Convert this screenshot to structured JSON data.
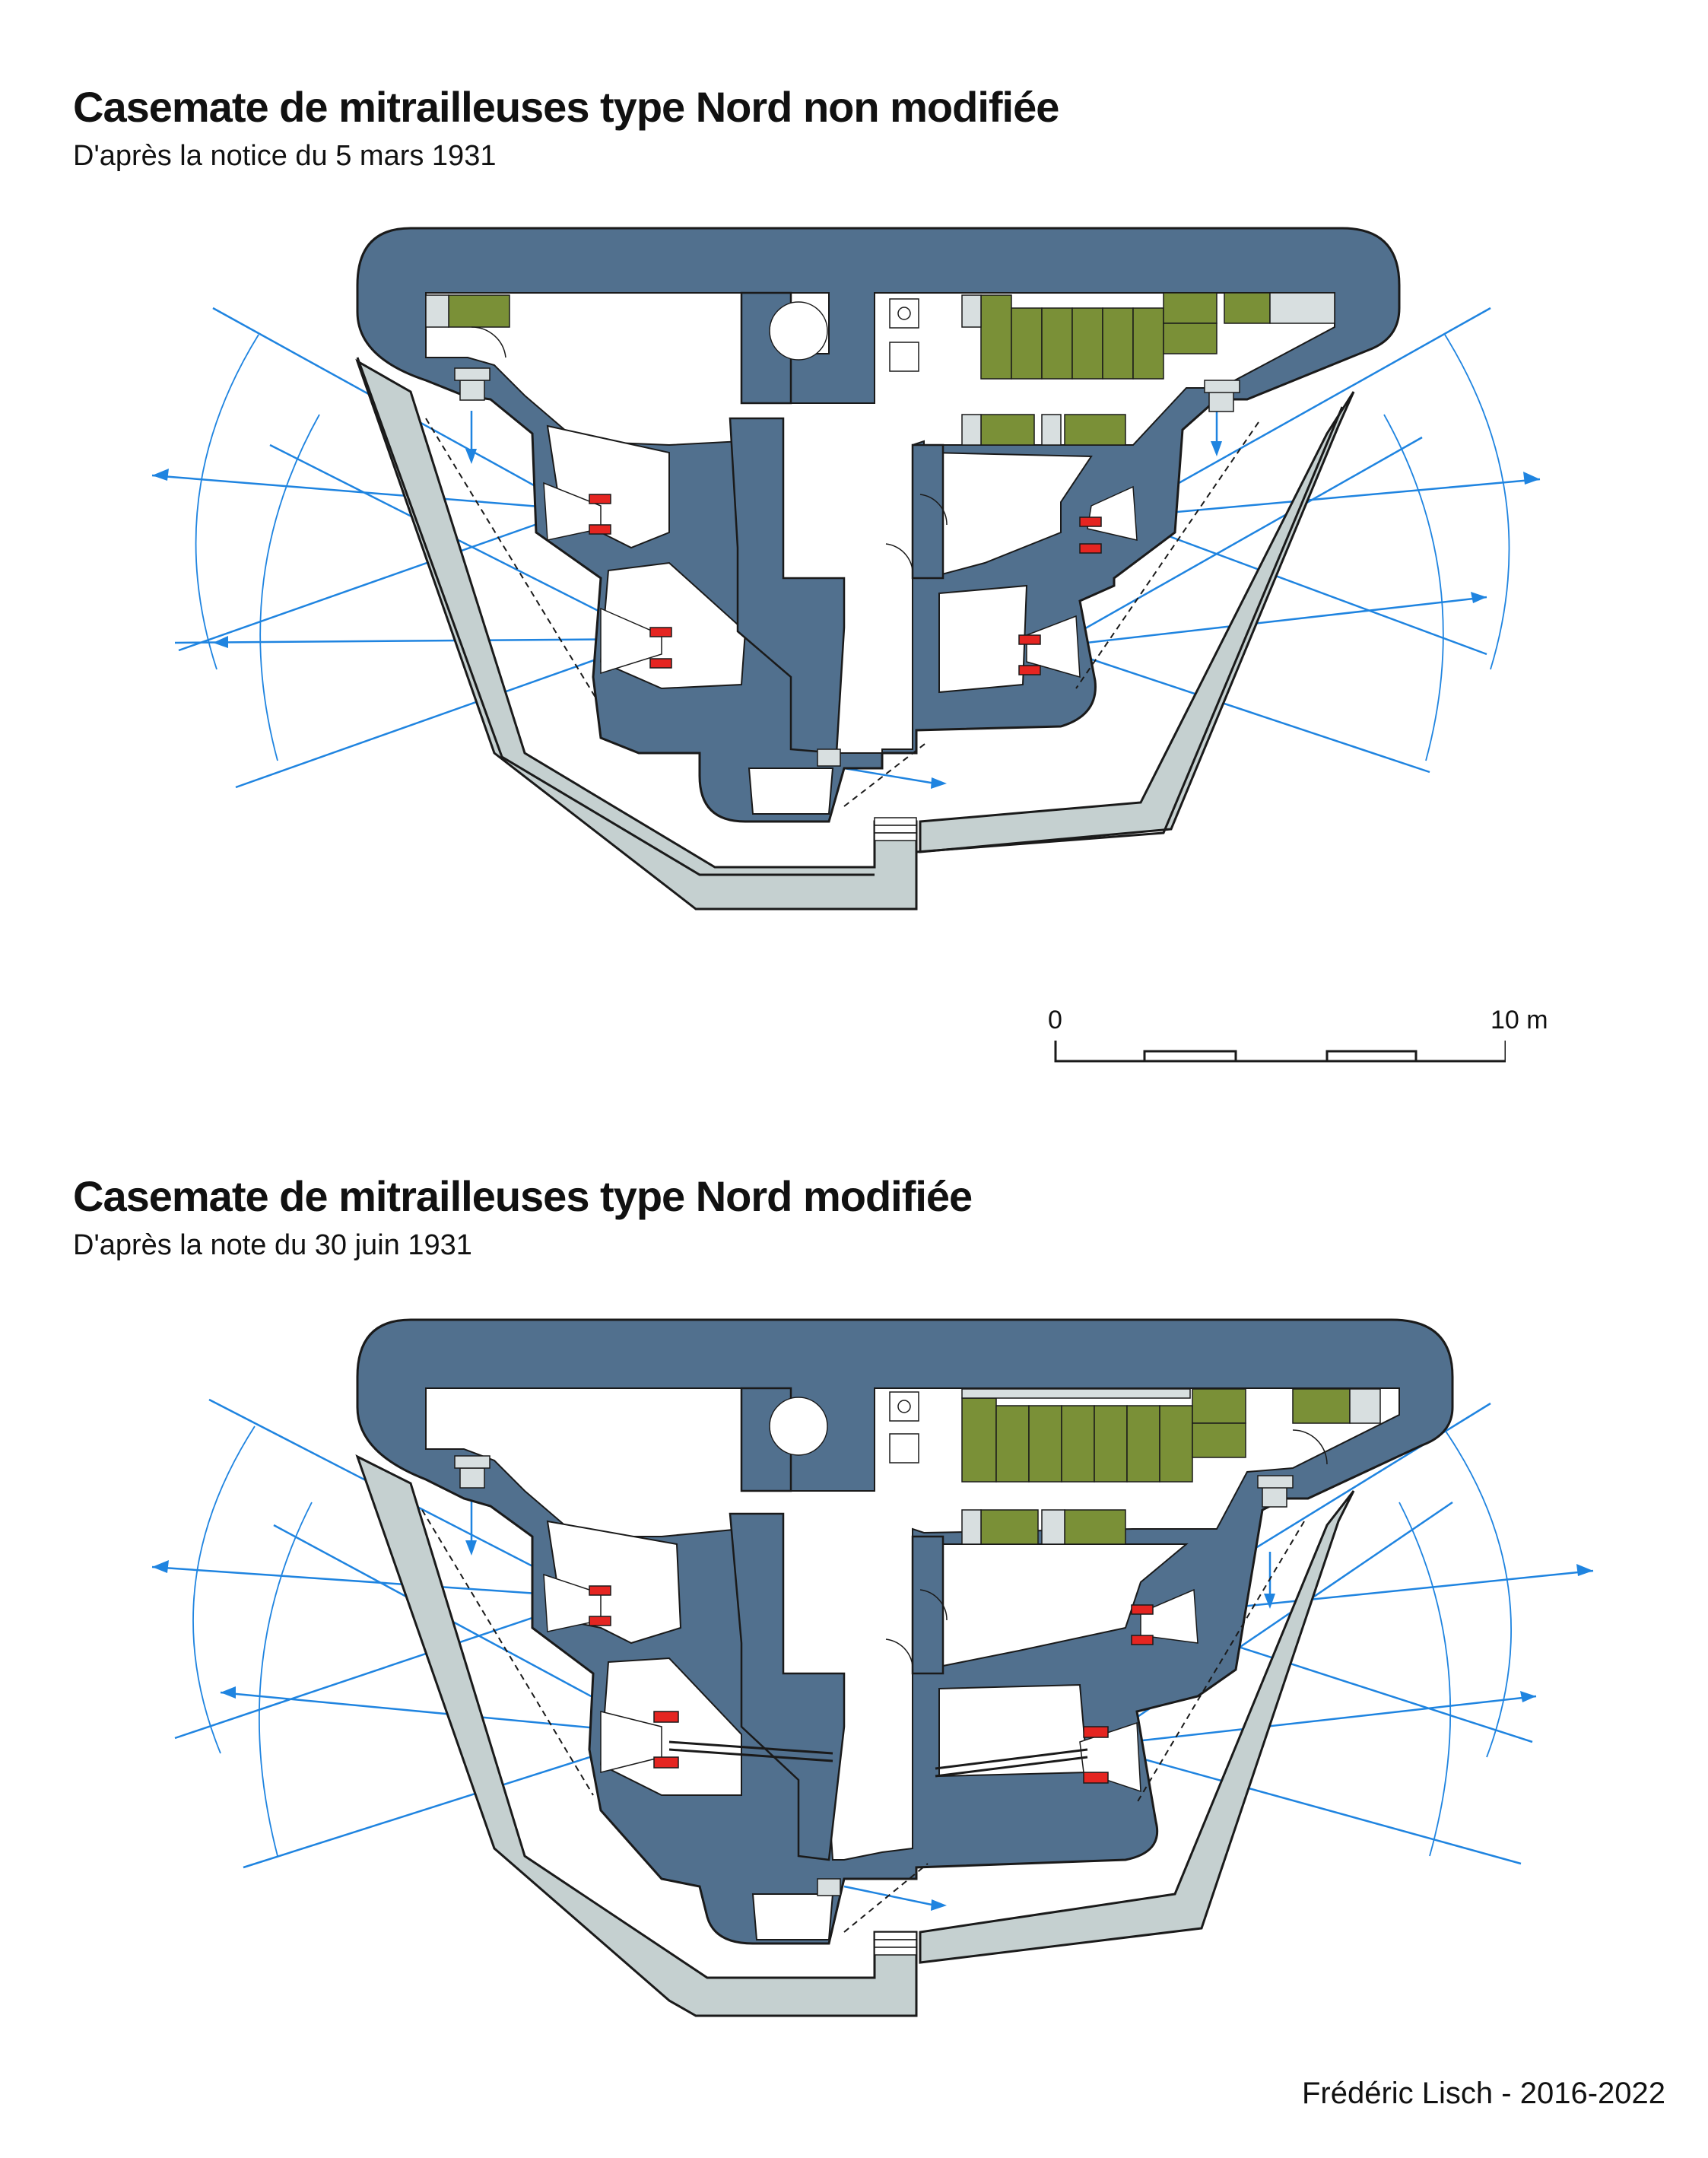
{
  "plans": [
    {
      "title": "Casemate de mitrailleuses type Nord non modifiée",
      "subtitle": "D'après la notice du 5 mars 1931"
    },
    {
      "title": "Casemate de mitrailleuses type Nord modifiée",
      "subtitle": "D'après la note du 30 juin 1931"
    }
  ],
  "scale": {
    "start_label": "0",
    "end_label": "10 m"
  },
  "credit": "Frédéric Lisch - 2016-2022",
  "colors": {
    "concrete": "#51708e",
    "outer_ditch": "#c5d0d0",
    "bunks": "#7a9037",
    "embrasure": "#e52521",
    "fire_lines": "#1f84e0",
    "outline": "#1a1a1a"
  },
  "icons": [
    "arrow-icon",
    "door-icon",
    "stair-icon",
    "toilet-icon",
    "periscope-icon"
  ]
}
